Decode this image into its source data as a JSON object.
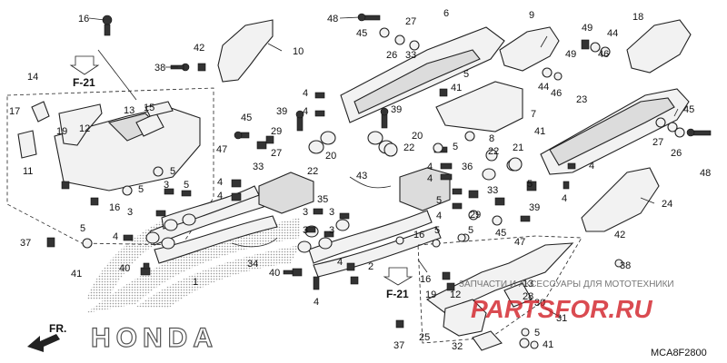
{
  "diagram": {
    "code": "MCA8F2800",
    "brand": "HONDA",
    "front_label": "FR.",
    "ref_labels": [
      "F-21",
      "F-21"
    ],
    "watermark_text": "ЗАПЧАСТИ И АКСЕССУАРЫ ДЛЯ МОТОТЕХНИКИ",
    "watermark_logo": "PARTSFOR.RU",
    "colors": {
      "ink": "#111111",
      "part_fill": "#f2f2f2",
      "watermark_red": "#d21f26",
      "brand_dots": "#9a9a9a"
    }
  },
  "callouts": {
    "c1": "1",
    "c2": "2",
    "c3": "3",
    "c4": "4",
    "c5": "5",
    "c6": "6",
    "c7": "7",
    "c8": "8",
    "c9": "9",
    "c10": "10",
    "c11": "11",
    "c12": "12",
    "c13": "13",
    "c14": "14",
    "c15": "15",
    "c16": "16",
    "c17": "17",
    "c18": "18",
    "c19": "19",
    "c20": "20",
    "c21": "21",
    "c22": "22",
    "c23": "23",
    "c24": "24",
    "c25": "25",
    "c26": "26",
    "c27": "27",
    "c28": "28",
    "c29": "29",
    "c30": "30",
    "c31": "31",
    "c32": "32",
    "c33": "33",
    "c34": "34",
    "c35": "35",
    "c36": "36",
    "c37": "37",
    "c38": "38",
    "c39": "39",
    "c40": "40",
    "c41": "41",
    "c42": "42",
    "c43": "43",
    "c44": "44",
    "c45": "45",
    "c46": "46",
    "c47": "47",
    "c48": "48",
    "c49": "49"
  }
}
